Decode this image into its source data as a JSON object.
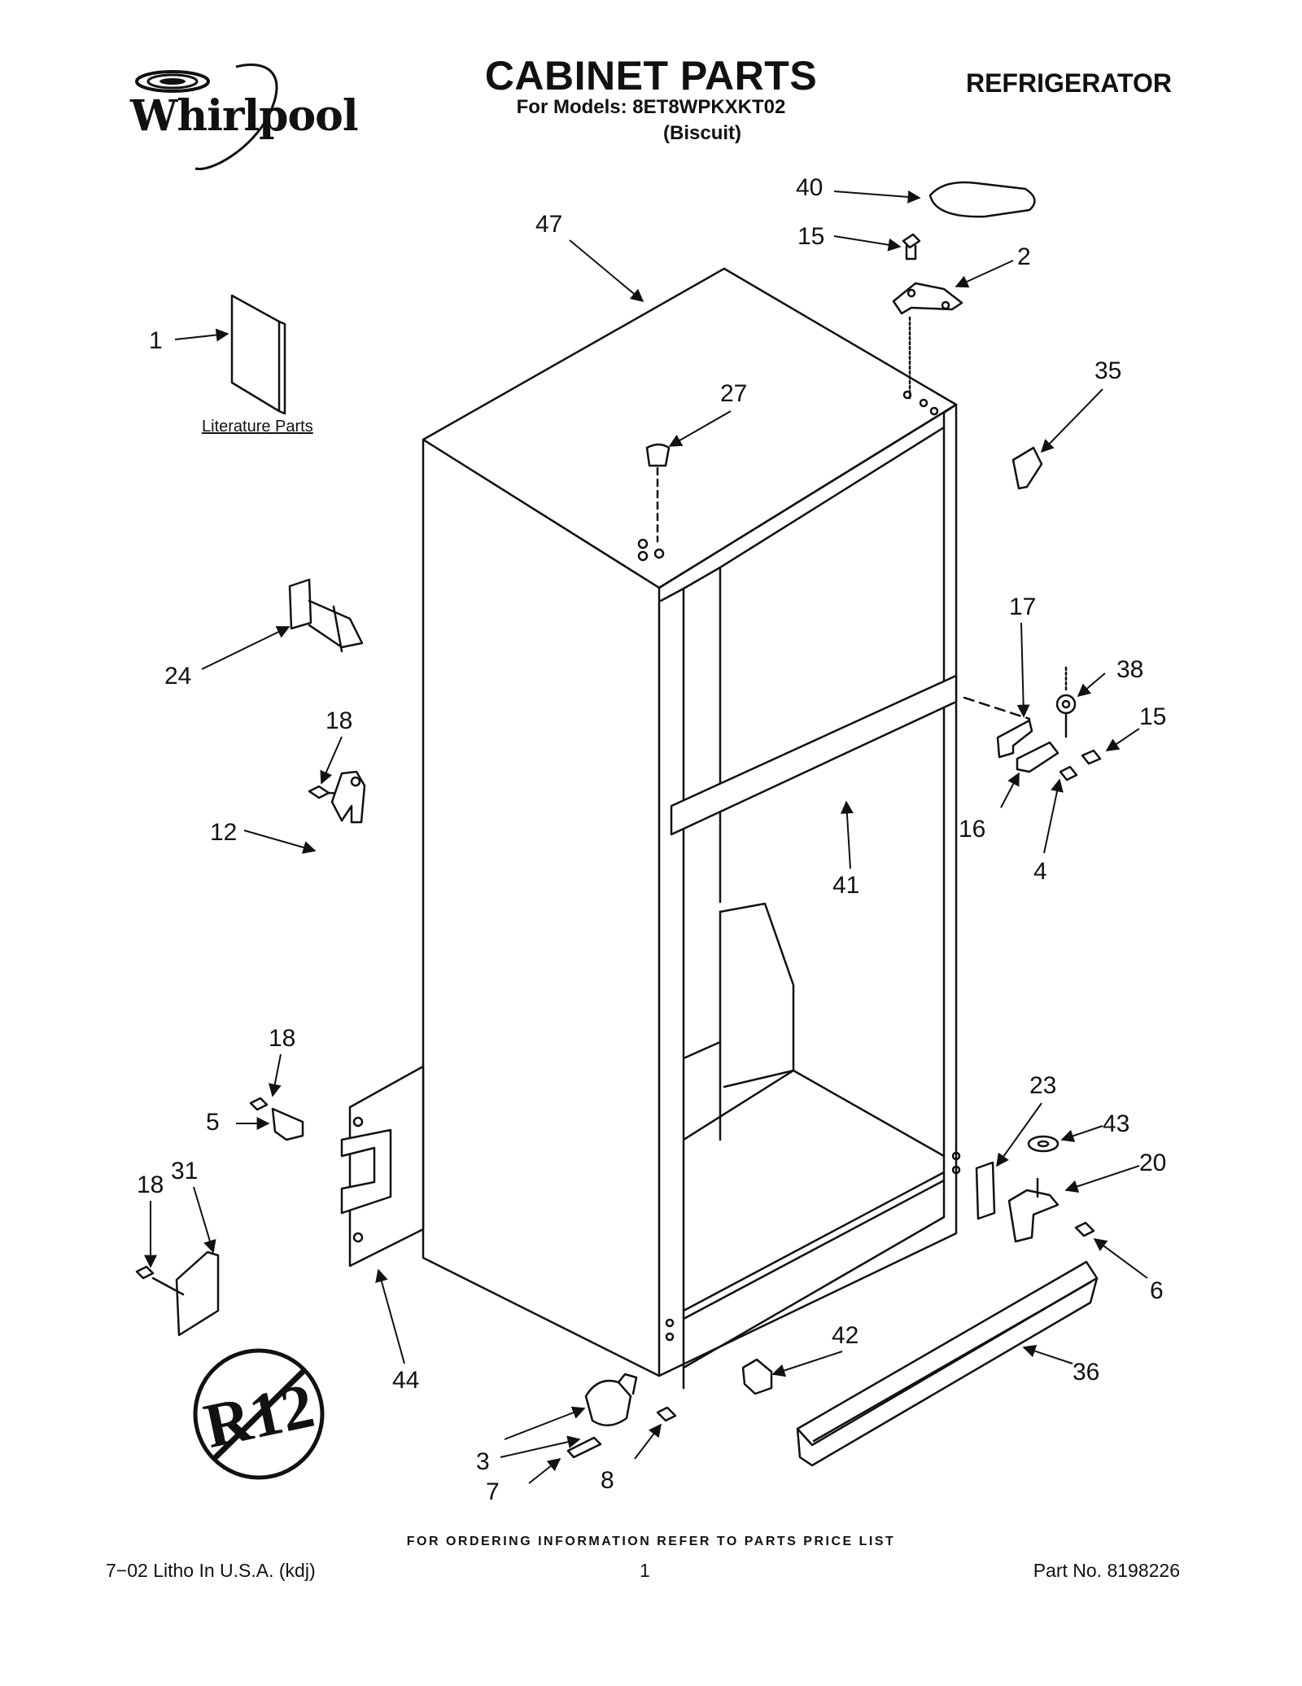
{
  "header": {
    "brand": "Whirlpool",
    "title": "CABINET PARTS",
    "models_line": "For Models: 8ET8WPKXKT02",
    "color_line": "(Biscuit)",
    "category": "REFRIGERATOR"
  },
  "literature_label": "Literature Parts",
  "r12_stamp": "R12",
  "callouts": [
    "1",
    "2",
    "3",
    "4",
    "5",
    "6",
    "7",
    "8",
    "12",
    "15",
    "15",
    "16",
    "17",
    "18",
    "18",
    "18",
    "20",
    "23",
    "24",
    "27",
    "31",
    "35",
    "36",
    "38",
    "40",
    "41",
    "42",
    "43",
    "44",
    "47"
  ],
  "footer": {
    "note": "FOR ORDERING INFORMATION REFER TO PARTS PRICE LIST",
    "left": "7−02 Litho In U.S.A. (kdj)",
    "page": "1",
    "part_no": "Part No. 8198226"
  }
}
